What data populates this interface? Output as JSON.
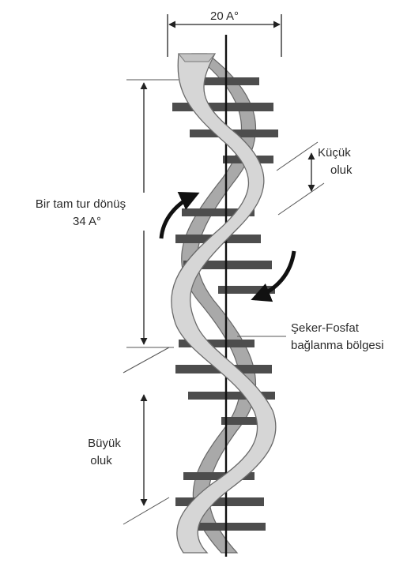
{
  "labels": {
    "width": "20 A°",
    "full_turn_line1": "Bir tam tur dönüş",
    "full_turn_line2": "34 A°",
    "minor_groove_line1": "Küçük",
    "minor_groove_line2": "oluk",
    "sugar_phosphate_line1": "Şeker-Fosfat",
    "sugar_phosphate_line2": "bağlanma bölgesi",
    "major_groove_line1": "Büyük",
    "major_groove_line2": "oluk"
  },
  "colors": {
    "strand_front": "#d6d6d6",
    "strand_back": "#a9a9a9",
    "base_pair": "#4d4d4d",
    "axis": "#111111"
  }
}
